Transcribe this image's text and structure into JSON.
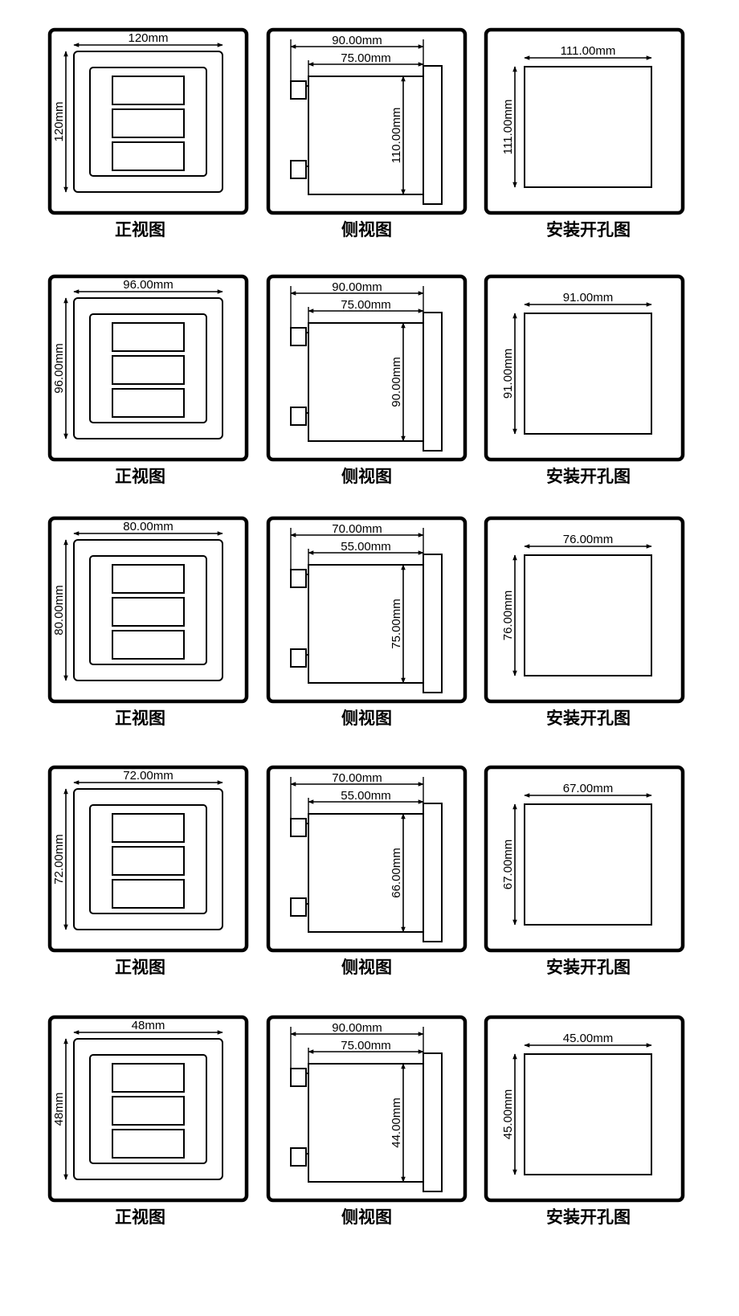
{
  "rows": [
    {
      "front": {
        "width": "120mm",
        "height": "120mm",
        "caption": "正视图"
      },
      "side": {
        "depth_total": "90.00mm",
        "depth_body": "75.00mm",
        "height": "110.00mm",
        "caption": "侧视图"
      },
      "cutout": {
        "width": "111.00mm",
        "height": "111.00mm",
        "caption": "安装开孔图"
      }
    },
    {
      "front": {
        "width": "96.00mm",
        "height": "96.00mm",
        "caption": "正视图"
      },
      "side": {
        "depth_total": "90.00mm",
        "depth_body": "75.00mm",
        "height": "90.00mm",
        "caption": "侧视图"
      },
      "cutout": {
        "width": "91.00mm",
        "height": "91.00mm",
        "caption": "安装开孔图"
      }
    },
    {
      "front": {
        "width": "80.00mm",
        "height": "80.00mm",
        "caption": "正视图"
      },
      "side": {
        "depth_total": "70.00mm",
        "depth_body": "55.00mm",
        "height": "75.00mm",
        "caption": "侧视图"
      },
      "cutout": {
        "width": "76.00mm",
        "height": "76.00mm",
        "caption": "安装开孔图"
      }
    },
    {
      "front": {
        "width": "72.00mm",
        "height": "72.00mm",
        "caption": "正视图"
      },
      "side": {
        "depth_total": "70.00mm",
        "depth_body": "55.00mm",
        "height": "66.00mm",
        "caption": "侧视图"
      },
      "cutout": {
        "width": "67.00mm",
        "height": "67.00mm",
        "caption": "安装开孔图"
      }
    },
    {
      "front": {
        "width": "48mm",
        "height": "48mm",
        "caption": "正视图"
      },
      "side": {
        "depth_total": "90.00mm",
        "depth_body": "75.00mm",
        "height": "44.00mm",
        "caption": "侧视图"
      },
      "cutout": {
        "width": "45.00mm",
        "height": "45.00mm",
        "caption": "安装开孔图"
      }
    }
  ]
}
